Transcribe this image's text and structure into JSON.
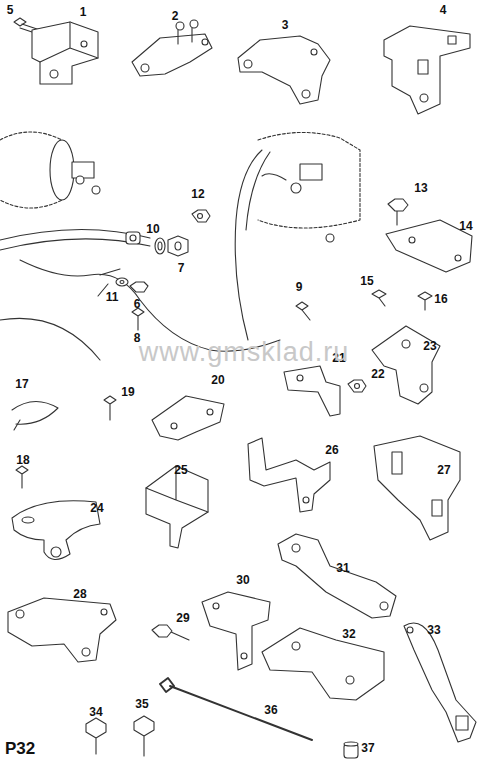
{
  "diagram": {
    "labels": [
      "1",
      "2",
      "3",
      "4",
      "5",
      "6",
      "7",
      "8",
      "9",
      "10",
      "11",
      "12",
      "13",
      "14",
      "15",
      "16",
      "17",
      "18",
      "19",
      "20",
      "21",
      "22",
      "23",
      "24",
      "25",
      "26",
      "27",
      "28",
      "29",
      "30",
      "31",
      "32",
      "33",
      "34",
      "35",
      "36",
      "37",
      "www.gmsklad.ru",
      "P32"
    ]
  }
}
